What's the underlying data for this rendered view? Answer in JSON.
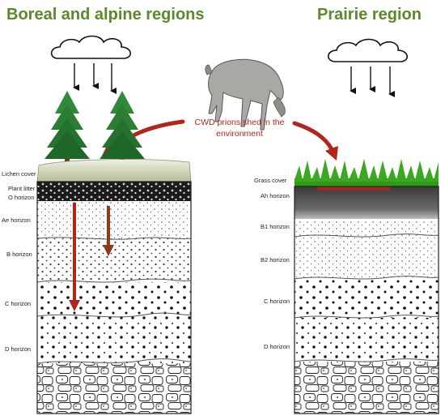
{
  "titles": {
    "left": "Boreal and alpine regions",
    "right": "Prairie region"
  },
  "callout": {
    "line1": "CWD prions shed in the",
    "line2": "environment"
  },
  "left_labels": {
    "lichen": "Lichen cover",
    "litter": "Plant litter",
    "o": "O horizon",
    "ae": "Ae horizon",
    "b": "B horizon",
    "c": "C horizon",
    "d": "D horizon"
  },
  "right_labels": {
    "grass": "Grass cover",
    "ah": "Ah horizon",
    "b1": "B1 horizon",
    "b2": "B2 horizon",
    "c": "C horizon",
    "d": "D horizon"
  },
  "colors": {
    "title_green": "#5a8a2a",
    "callout_red": "#b0281c",
    "arrow_red": "#b3241a",
    "arrow_brown": "#8b3a1a",
    "grass_green": "#3aa820",
    "tree_green": "#2f8a3a"
  }
}
